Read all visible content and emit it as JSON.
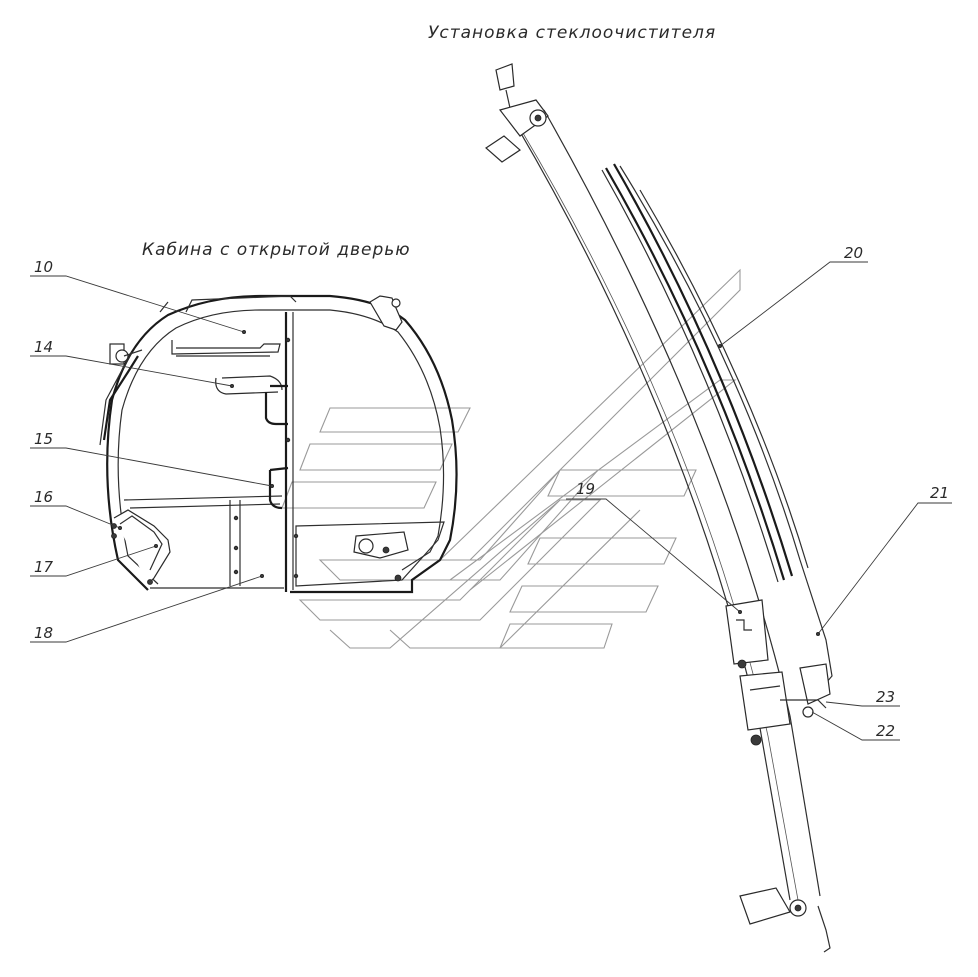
{
  "titles": {
    "wiper_install": "Установка стеклоочистителя",
    "cab_open_door": "Кабина с открытой дверью"
  },
  "callouts": [
    {
      "id": "c10",
      "label": "10"
    },
    {
      "id": "c14",
      "label": "14"
    },
    {
      "id": "c15",
      "label": "15"
    },
    {
      "id": "c16",
      "label": "16"
    },
    {
      "id": "c17",
      "label": "17"
    },
    {
      "id": "c18",
      "label": "18"
    },
    {
      "id": "c19",
      "label": "19"
    },
    {
      "id": "c20",
      "label": "20"
    },
    {
      "id": "c21",
      "label": "21"
    },
    {
      "id": "c22",
      "label": "22"
    },
    {
      "id": "c23",
      "label": "23"
    }
  ]
}
